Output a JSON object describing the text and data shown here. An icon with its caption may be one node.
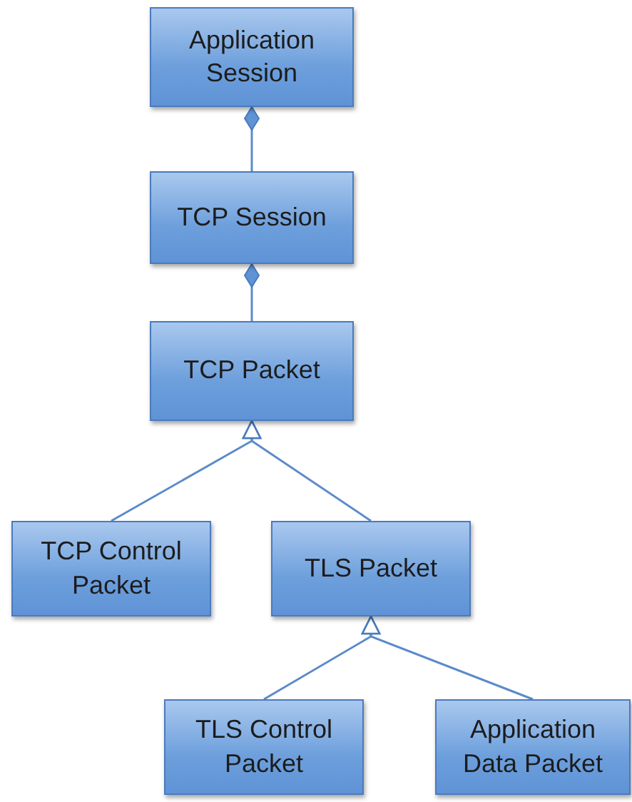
{
  "diagram": {
    "nodes": [
      {
        "text": [
          "Application Session"
        ]
      },
      {
        "text": [
          "TCP Session"
        ]
      },
      {
        "text": [
          "TCP Packet"
        ]
      },
      {
        "text": [
          "TCP Control Packet"
        ]
      },
      {
        "text": [
          "TLS Packet"
        ]
      },
      {
        "text": [
          "TLS Control Packet"
        ]
      },
      {
        "text": [
          "Application Data Packet"
        ]
      }
    ],
    "edges": [
      {
        "from": 0,
        "to": 1,
        "arrow": "other"
      },
      {
        "from": 1,
        "to": 2,
        "arrow": "other"
      },
      {
        "from": 3,
        "to": 2,
        "arrow": "to"
      },
      {
        "from": 4,
        "to": 2,
        "arrow": "to"
      },
      {
        "from": 5,
        "to": 4,
        "arrow": "to"
      },
      {
        "from": 6,
        "to": 4,
        "arrow": "to"
      }
    ]
  }
}
